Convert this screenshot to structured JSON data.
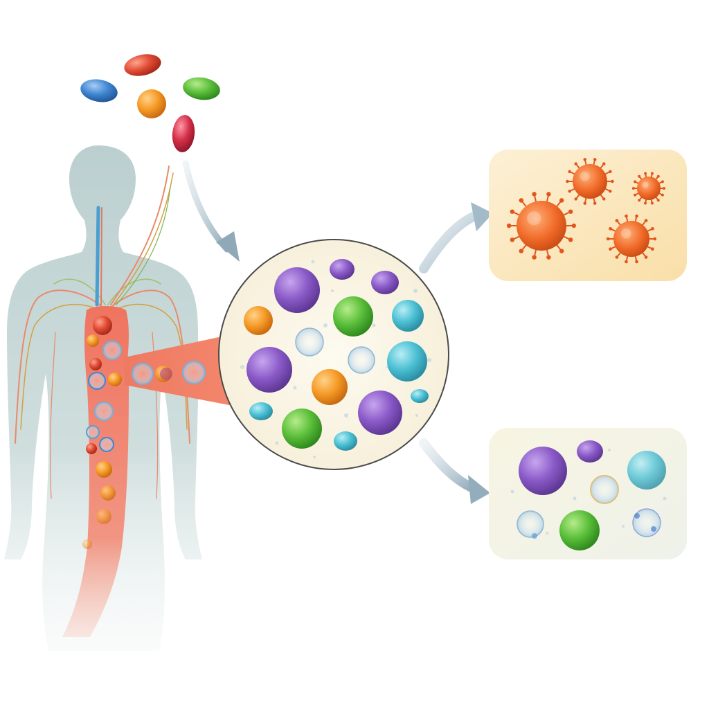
{
  "colors": {
    "background": "#ffffff",
    "body": "#c9d8d8",
    "vessel": "#ee7a62",
    "arrow": "#a9bfcc",
    "lens_border": "#4a4a4a",
    "lens_fill": "#fbf7ea",
    "pathogen_panel": "#fbe9c6",
    "pathogen": "#f06a28",
    "immune_panel": "#f3f2e2",
    "purple_cell": "#8a5ac8",
    "green_cell": "#5bbf3a",
    "orange_cell": "#f59a26",
    "teal_cell": "#4cc0d4",
    "blue_cell": "#3f86d2",
    "red_pill": "#e04a34",
    "crimson_pill": "#d42f48"
  },
  "icons": [
    "human-body-silhouette",
    "blood-vessel",
    "medication-pills",
    "magnified-blood-sample",
    "pathogen-virus",
    "immune-cell"
  ]
}
